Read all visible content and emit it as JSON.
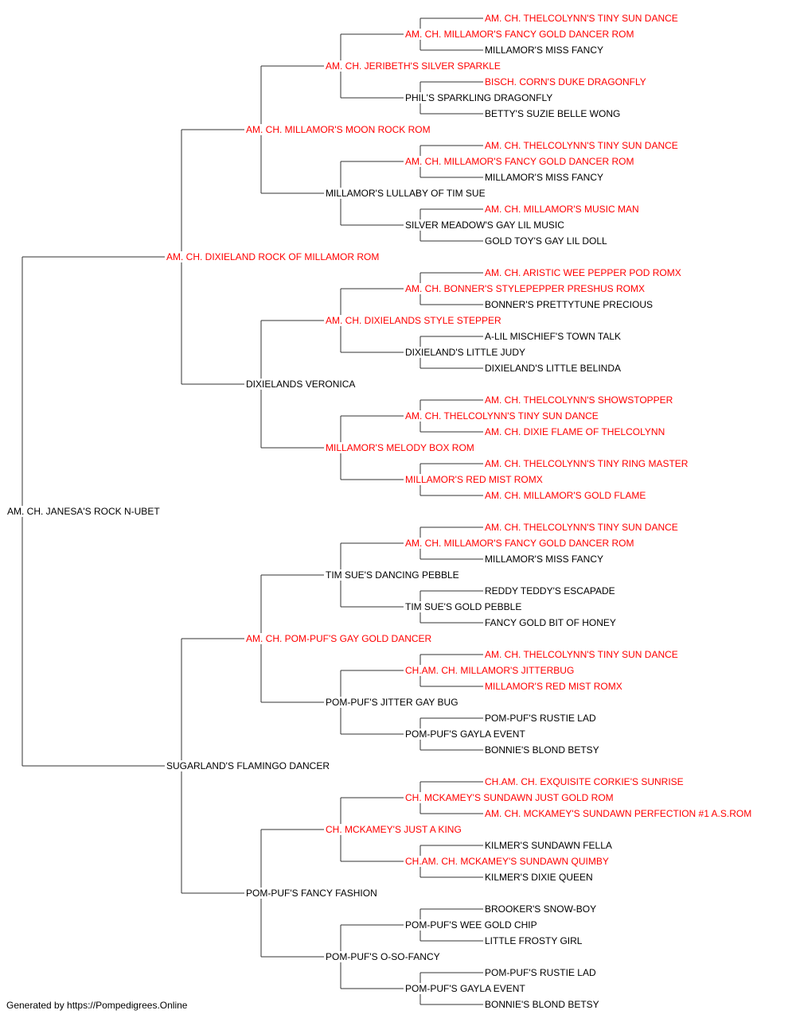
{
  "colors": {
    "champion": "#ff0000",
    "normal": "#000000",
    "connector": "#333333"
  },
  "footer": "Generated by https://Pompedigrees.Online",
  "pedigree": {
    "name": "AM. CH. JANESA'S ROCK N-UBET",
    "champion": false,
    "sire": {
      "name": "AM. CH. DIXIELAND ROCK OF MILLAMOR ROM",
      "champion": true,
      "sire": {
        "name": "AM. CH. MILLAMOR'S MOON ROCK ROM",
        "champion": true,
        "sire": {
          "name": "AM. CH. JERIBETH'S SILVER SPARKLE",
          "champion": true,
          "sire": {
            "name": "AM. CH. MILLAMOR'S FANCY GOLD DANCER ROM",
            "champion": true,
            "sire": {
              "name": "AM. CH. THELCOLYNN'S TINY SUN DANCE",
              "champion": true
            },
            "dam": {
              "name": "MILLAMOR'S MISS FANCY",
              "champion": false
            }
          },
          "dam": {
            "name": "PHIL'S SPARKLING DRAGONFLY",
            "champion": false,
            "sire": {
              "name": "BISCH. CORN'S DUKE DRAGONFLY",
              "champion": true
            },
            "dam": {
              "name": "BETTY'S SUZIE BELLE WONG",
              "champion": false
            }
          }
        },
        "dam": {
          "name": "MILLAMOR'S LULLABY OF TIM SUE",
          "champion": false,
          "sire": {
            "name": "AM. CH. MILLAMOR'S FANCY GOLD DANCER ROM",
            "champion": true,
            "sire": {
              "name": "AM. CH. THELCOLYNN'S TINY SUN DANCE",
              "champion": true
            },
            "dam": {
              "name": "MILLAMOR'S MISS FANCY",
              "champion": false
            }
          },
          "dam": {
            "name": "SILVER MEADOW'S GAY LIL MUSIC",
            "champion": false,
            "sire": {
              "name": "AM. CH. MILLAMOR'S MUSIC MAN",
              "champion": true
            },
            "dam": {
              "name": "GOLD TOY'S GAY LIL DOLL",
              "champion": false
            }
          }
        }
      },
      "dam": {
        "name": "DIXIELANDS VERONICA",
        "champion": false,
        "sire": {
          "name": "AM. CH. DIXIELANDS STYLE STEPPER",
          "champion": true,
          "sire": {
            "name": "AM. CH. BONNER'S STYLEPEPPER PRESHUS ROMX",
            "champion": true,
            "sire": {
              "name": "AM. CH. ARISTIC WEE PEPPER POD ROMX",
              "champion": true
            },
            "dam": {
              "name": "BONNER'S PRETTYTUNE PRECIOUS",
              "champion": false
            }
          },
          "dam": {
            "name": "DIXIELAND'S LITTLE JUDY",
            "champion": false,
            "sire": {
              "name": "A-LIL MISCHIEF'S TOWN TALK",
              "champion": false
            },
            "dam": {
              "name": "DIXIELAND'S LITTLE BELINDA",
              "champion": false
            }
          }
        },
        "dam": {
          "name": "MILLAMOR'S MELODY BOX ROM",
          "champion": true,
          "sire": {
            "name": "AM. CH. THELCOLYNN'S TINY SUN DANCE",
            "champion": true,
            "sire": {
              "name": "AM. CH. THELCOLYNN'S SHOWSTOPPER",
              "champion": true
            },
            "dam": {
              "name": "AM. CH. DIXIE FLAME OF THELCOLYNN",
              "champion": true
            }
          },
          "dam": {
            "name": "MILLAMOR'S RED MIST ROMX",
            "champion": true,
            "sire": {
              "name": "AM. CH. THELCOLYNN'S TINY RING MASTER",
              "champion": true
            },
            "dam": {
              "name": "AM. CH. MILLAMOR'S GOLD FLAME",
              "champion": true
            }
          }
        }
      }
    },
    "dam": {
      "name": "SUGARLAND'S FLAMINGO DANCER",
      "champion": false,
      "sire": {
        "name": "AM. CH. POM-PUF'S GAY GOLD DANCER",
        "champion": true,
        "sire": {
          "name": "TIM SUE'S DANCING PEBBLE",
          "champion": false,
          "sire": {
            "name": "AM. CH. MILLAMOR'S FANCY GOLD DANCER ROM",
            "champion": true,
            "sire": {
              "name": "AM. CH. THELCOLYNN'S TINY SUN DANCE",
              "champion": true
            },
            "dam": {
              "name": "MILLAMOR'S MISS FANCY",
              "champion": false
            }
          },
          "dam": {
            "name": "TIM SUE'S GOLD PEBBLE",
            "champion": false,
            "sire": {
              "name": "REDDY TEDDY'S ESCAPADE",
              "champion": false
            },
            "dam": {
              "name": "FANCY GOLD BIT OF HONEY",
              "champion": false
            }
          }
        },
        "dam": {
          "name": "POM-PUF'S JITTER GAY BUG",
          "champion": false,
          "sire": {
            "name": "CH.AM. CH. MILLAMOR'S JITTERBUG",
            "champion": true,
            "sire": {
              "name": "AM. CH. THELCOLYNN'S TINY SUN DANCE",
              "champion": true
            },
            "dam": {
              "name": "MILLAMOR'S RED MIST ROMX",
              "champion": true
            }
          },
          "dam": {
            "name": "POM-PUF'S GAYLA EVENT",
            "champion": false,
            "sire": {
              "name": "POM-PUF'S RUSTIE LAD",
              "champion": false
            },
            "dam": {
              "name": "BONNIE'S BLOND BETSY",
              "champion": false
            }
          }
        }
      },
      "dam": {
        "name": "POM-PUF'S FANCY FASHION",
        "champion": false,
        "sire": {
          "name": "CH. MCKAMEY'S JUST A KING",
          "champion": true,
          "sire": {
            "name": "CH. MCKAMEY'S SUNDAWN JUST GOLD ROM",
            "champion": true,
            "sire": {
              "name": "CH.AM. CH. EXQUISITE CORKIE'S SUNRISE",
              "champion": true
            },
            "dam": {
              "name": "AM. CH. MCKAMEY'S SUNDAWN PERFECTION #1 A.S.ROM",
              "champion": true
            }
          },
          "dam": {
            "name": "CH.AM. CH. MCKAMEY'S SUNDAWN QUIMBY",
            "champion": true,
            "sire": {
              "name": "KILMER'S SUNDAWN FELLA",
              "champion": false
            },
            "dam": {
              "name": "KILMER'S DIXIE QUEEN",
              "champion": false
            }
          }
        },
        "dam": {
          "name": "POM-PUF'S O-SO-FANCY",
          "champion": false,
          "sire": {
            "name": "POM-PUF'S WEE GOLD CHIP",
            "champion": false,
            "sire": {
              "name": "BROOKER'S SNOW-BOY",
              "champion": false
            },
            "dam": {
              "name": "LITTLE FROSTY GIRL",
              "champion": false
            }
          },
          "dam": {
            "name": "POM-PUF'S GAYLA EVENT",
            "champion": false,
            "sire": {
              "name": "POM-PUF'S RUSTIE LAD",
              "champion": false
            },
            "dam": {
              "name": "BONNIE'S BLOND BETSY",
              "champion": false
            }
          }
        }
      }
    }
  }
}
